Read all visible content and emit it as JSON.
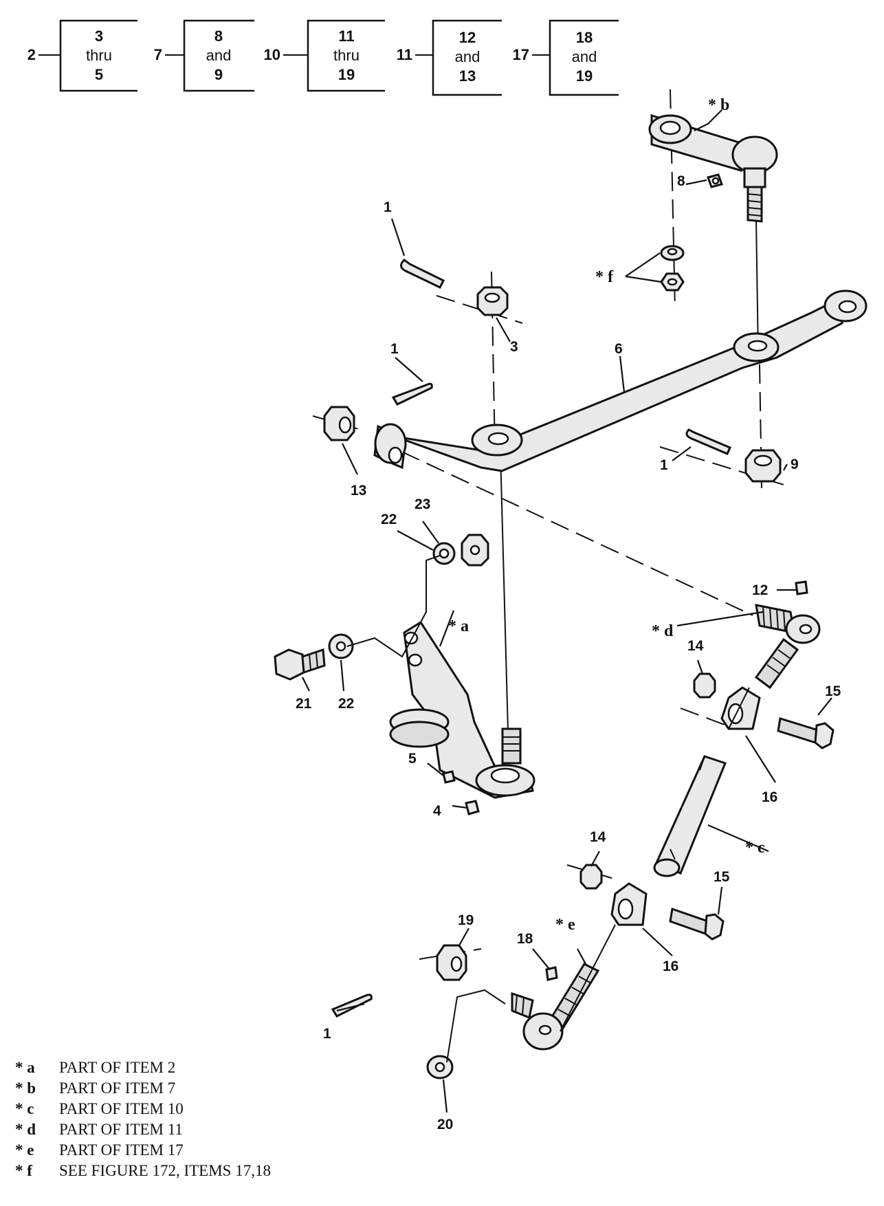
{
  "header_groups": [
    {
      "lead": "2",
      "top": "3",
      "mid": "thru",
      "bottom": "5"
    },
    {
      "lead": "7",
      "top": "8",
      "mid": "and",
      "bottom": "9"
    },
    {
      "lead": "10",
      "top": "11",
      "mid": "thru",
      "bottom": "19"
    },
    {
      "lead": "11",
      "top": "12",
      "mid": "and",
      "bottom": "13"
    },
    {
      "lead": "17",
      "top": "18",
      "mid": "and",
      "bottom": "19"
    }
  ],
  "callouts": {
    "c1a": "1",
    "c1b": "1",
    "c1c": "1",
    "c1d": "1",
    "c3": "3",
    "c4": "4",
    "c5": "5",
    "c6": "6",
    "c8": "8",
    "c9": "9",
    "c12": "12",
    "c13": "13",
    "c14a": "14",
    "c14b": "14",
    "c15a": "15",
    "c15b": "15",
    "c16a": "16",
    "c16b": "16",
    "c18": "18",
    "c19": "19",
    "c20": "20",
    "c21": "21",
    "c22a": "22",
    "c22b": "22",
    "c23": "23"
  },
  "star_labels": {
    "a": "* a",
    "b": "* b",
    "c": "* c",
    "d": "* d",
    "e": "* e",
    "f": "* f"
  },
  "legend": [
    {
      "key": "* a",
      "text": "PART OF ITEM  2"
    },
    {
      "key": "* b",
      "text": "PART OF ITEM  7"
    },
    {
      "key": "* c",
      "text": "PART OF ITEM  10"
    },
    {
      "key": "* d",
      "text": "PART OF ITEM  11"
    },
    {
      "key": "* e",
      "text": "PART OF ITEM  17"
    },
    {
      "key": "* f",
      "text": "SEE FIGURE  172, ITEMS  17,18"
    }
  ]
}
